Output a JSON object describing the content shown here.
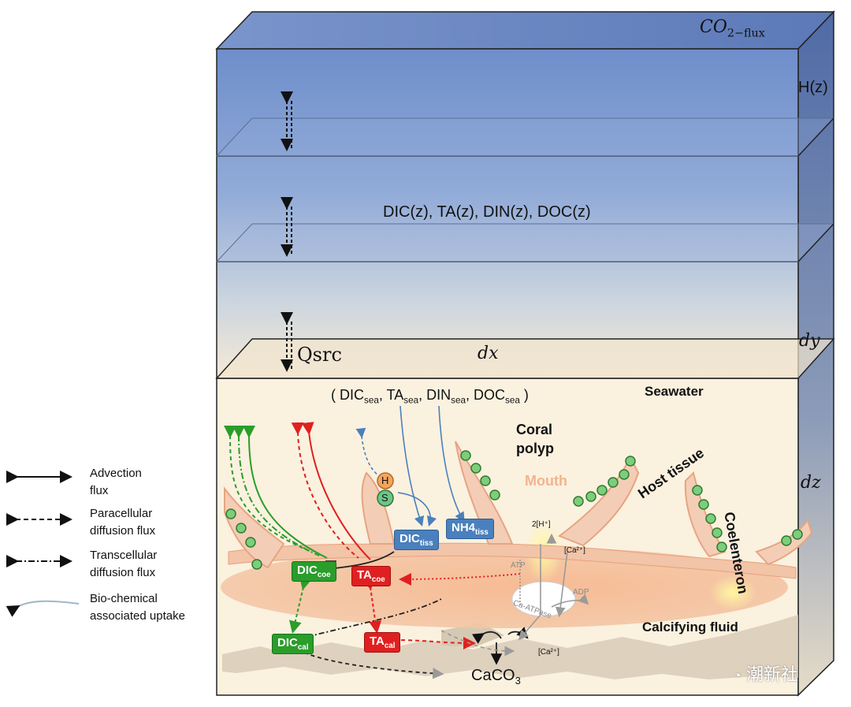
{
  "column": {
    "co2_flux_label": "CO",
    "co2_flux_sub": "2−flux",
    "h_label": "H(z)",
    "state_vars_label": "DIC(z), TA(z), DIN(z), DOC(z)",
    "dy_label": "dy",
    "dx_label": "dx",
    "dz_label": "dz",
    "qsrc_label": "Qsrc"
  },
  "coral": {
    "sea_vars_open": "(",
    "dic_sea": "DIC",
    "ta_sea": "TA",
    "din_sea": "DIN",
    "doc_sea": "DOC",
    "sea_sub": "sea",
    "sea_vars_close": ")",
    "seawater_label": "Seawater",
    "coral_polyp_label": "Coral polyp",
    "mouth_label": "Mouth",
    "host_tissue_label": "Host tissue",
    "coelenteron_label": "Coelenteron",
    "calcifying_fluid_label": "Calcifying fluid",
    "caco3_label": "CaCO",
    "caco3_sub": "3",
    "h_symbol": "H",
    "s_symbol": "S",
    "h_plus_label": "2[H⁺]",
    "ca_label_1": "[Ca²⁺]",
    "ca_label_2": "[Ca²⁺]",
    "atp_label": "ATP",
    "adp_label": "ADP",
    "ca_atpase_label": "Ca-ATPase",
    "boxes": {
      "dic_coe": "DIC",
      "dic_coe_sub": "coe",
      "ta_coe": "TA",
      "ta_coe_sub": "coe",
      "dic_tiss": "DIC",
      "dic_tiss_sub": "tiss",
      "nh4_tiss": "NH4",
      "nh4_tiss_sub": "tiss",
      "dic_cal": "DIC",
      "dic_cal_sub": "cal",
      "ta_cal": "TA",
      "ta_cal_sub": "cal"
    }
  },
  "legend": {
    "advection": "Advection flux",
    "paracellular": "Paracellular diffusion flux",
    "transcellular": "Transcellular diffusion flux",
    "biochemical": "Bio-chemical associated uptake"
  },
  "watermark": "潮新社",
  "colors": {
    "water_top": "#6f8fc9",
    "water_bottom": "#f6ecd9",
    "green": "#2a9d2a",
    "red": "#e02020",
    "blue": "#4a80bd",
    "tissue": "#f2c4a8"
  }
}
